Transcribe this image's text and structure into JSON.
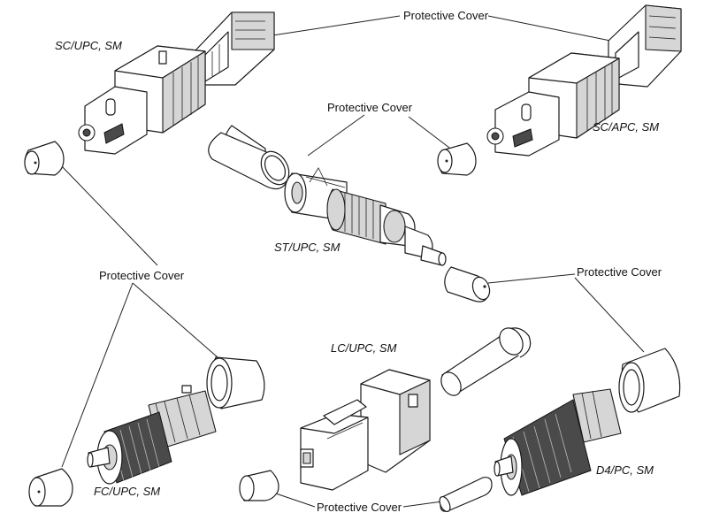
{
  "labels": {
    "protective_cover": "Protective Cover",
    "sc_upc": "SC/UPC, SM",
    "sc_apc": "SC/APC, SM",
    "st_upc": "ST/UPC, SM",
    "lc_upc": "LC/UPC, SM",
    "fc_upc": "FC/UPC, SM",
    "d4_pc": "D4/PC, SM"
  },
  "colors": {
    "line": "#222222",
    "shade": "#d6d6d6",
    "dark": "#4a4a4a"
  }
}
